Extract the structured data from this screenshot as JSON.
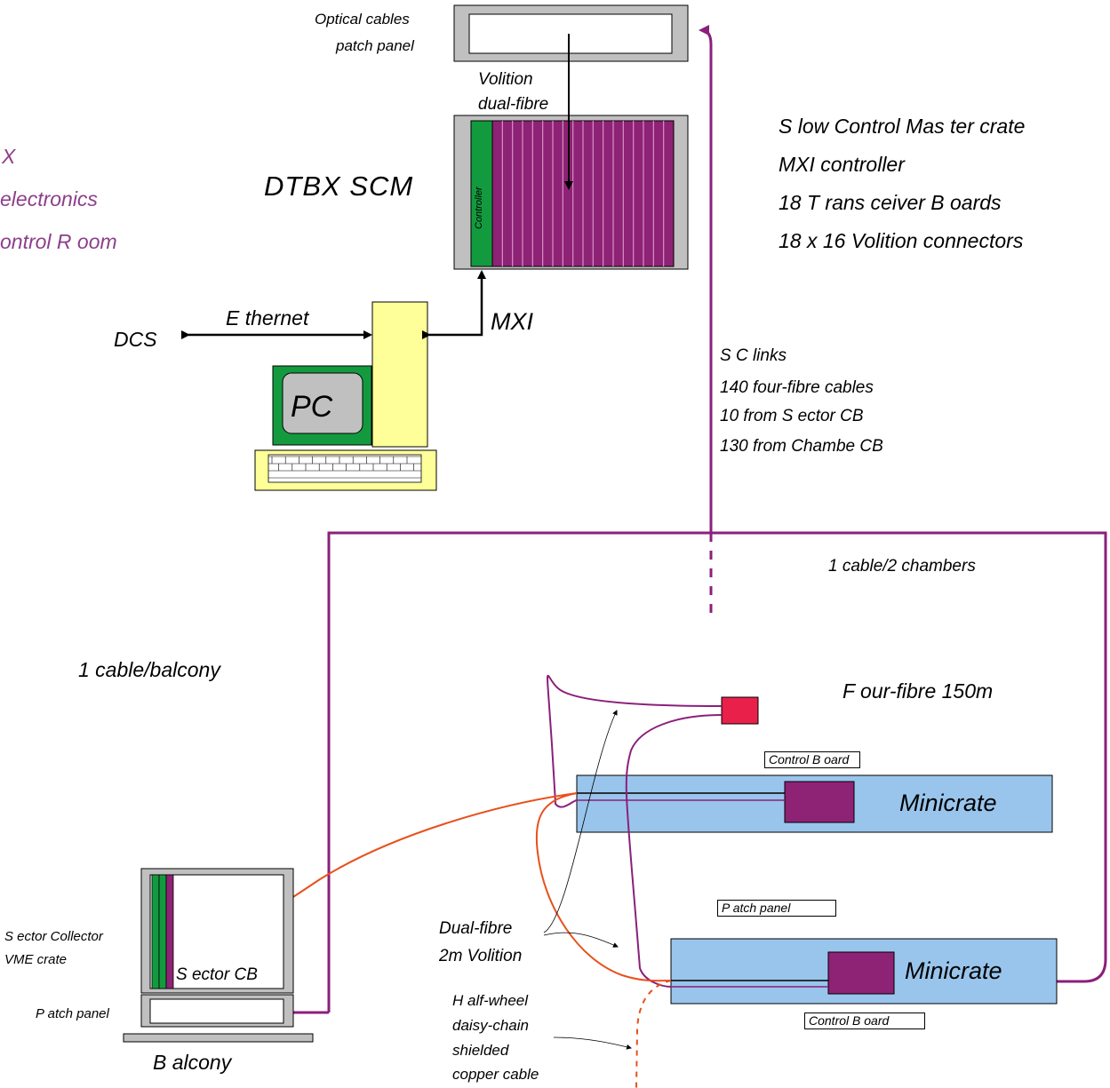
{
  "title_partial": {
    "line1": "X",
    "line2": "electronics",
    "line3": "ontrol R oom"
  },
  "patch_panel_top": {
    "line1": "Optical cables",
    "line2": "patch panel"
  },
  "volition": {
    "line1": "Volition",
    "line2": "dual-fibre"
  },
  "scm_label": "DTBX SCM",
  "controller_label": "Controller",
  "scm_description": [
    "S low Control Mas ter crate",
    "MXI controller",
    "18 T rans ceiver B oards",
    "18 x 16 Volition connectors"
  ],
  "ethernet_label": "E thernet",
  "dcs_label": "DCS",
  "mxi_label": "MXI",
  "pc_label": "PC",
  "sc_links": [
    "S C links",
    "140 four-fibre cables",
    "10 from S ector CB",
    "130 from Chambe CB"
  ],
  "cable_per_chambers": "1 cable/2 chambers",
  "cable_per_balcony": "1 cable/balcony",
  "control_board_label": "Control B oard",
  "minicrate_label": "Minicrate",
  "four_fibre_label": "F our-fibre 150m",
  "patch_panel_label": "P atch panel",
  "sector_collector": {
    "line1": "S ector Collector",
    "line2": "VME crate"
  },
  "sector_cb_label": "S ector CB",
  "patch_panel_small": "P atch panel",
  "balcony_label": "B alcony",
  "dual_fibre": {
    "line1": "Dual-fibre",
    "line2": "2m Volition"
  },
  "half_wheel": [
    "H alf-wheel",
    "daisy-chain",
    "shielded",
    "copper cable"
  ],
  "colors": {
    "magenta": "#8b1f7b",
    "purple_crate": "#8e2275",
    "green": "#139a3f",
    "light_blue": "#99c5ec",
    "yellow": "#ffff99",
    "grey": "#c0c0c0",
    "orange": "#e8501a",
    "red_patch": "#e8204a",
    "title_magenta": "#8b3f8b"
  }
}
